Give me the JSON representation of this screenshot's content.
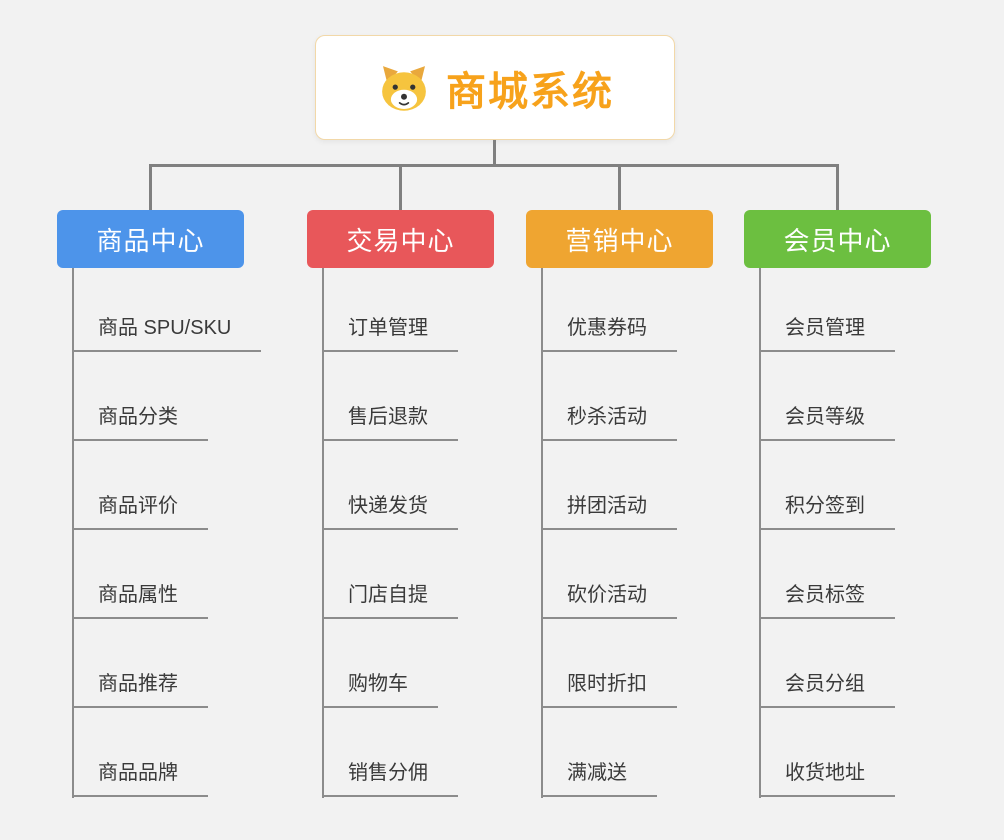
{
  "root": {
    "title": "商城系统",
    "icon": "dog-icon",
    "accent_color": "#f7a21b"
  },
  "branches": [
    {
      "label": "商品中心",
      "color": "#4d94ea",
      "children": [
        "商品 SPU/SKU",
        "商品分类",
        "商品评价",
        "商品属性",
        "商品推荐",
        "商品品牌"
      ]
    },
    {
      "label": "交易中心",
      "color": "#e8575a",
      "children": [
        "订单管理",
        "售后退款",
        "快递发货",
        "门店自提",
        "购物车",
        "销售分佣"
      ]
    },
    {
      "label": "营销中心",
      "color": "#efa531",
      "children": [
        "优惠券码",
        "秒杀活动",
        "拼团活动",
        "砍价活动",
        "限时折扣",
        "满减送"
      ]
    },
    {
      "label": "会员中心",
      "color": "#6cbf40",
      "children": [
        "会员管理",
        "会员等级",
        "积分签到",
        "会员标签",
        "会员分组",
        "收货地址"
      ]
    }
  ]
}
